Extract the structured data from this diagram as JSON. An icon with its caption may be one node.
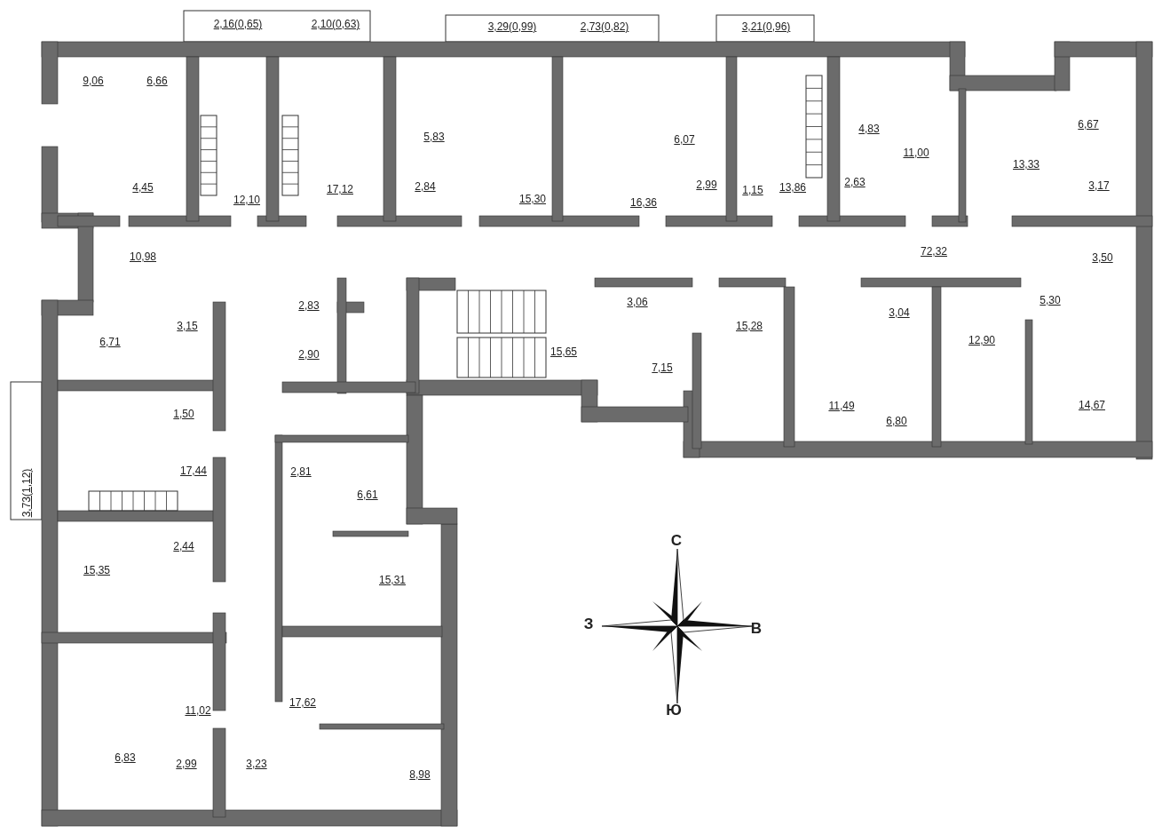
{
  "diagram": {
    "labels": [
      "2,16(0,65)",
      "2,10(0,63)",
      "3,29(0,99)",
      "2,73(0,82)",
      "3,21(0,96)",
      "9,06",
      "6,66",
      "5,83",
      "6,07",
      "4,83",
      "6,67",
      "11,00",
      "13,33",
      "4,45",
      "12,10",
      "17,12",
      "2,84",
      "15,30",
      "16,36",
      "2,99",
      "1,15",
      "13,86",
      "2,63",
      "3,17",
      "10,98",
      "72,32",
      "3,50",
      "2,83",
      "3,06",
      "3,04",
      "5,30",
      "15,65",
      "3,15",
      "6,71",
      "15,28",
      "12,90",
      "2,90",
      "7,15",
      "11,49",
      "6,80",
      "14,67",
      "1,50",
      "17,44",
      "3,73(1,12)",
      "2,81",
      "6,61",
      "2,44",
      "15,35",
      "15,31",
      "С",
      "З",
      "В",
      "Ю",
      "17,62",
      "11,02",
      "6,83",
      "2,99",
      "3,23",
      "8,98"
    ]
  }
}
